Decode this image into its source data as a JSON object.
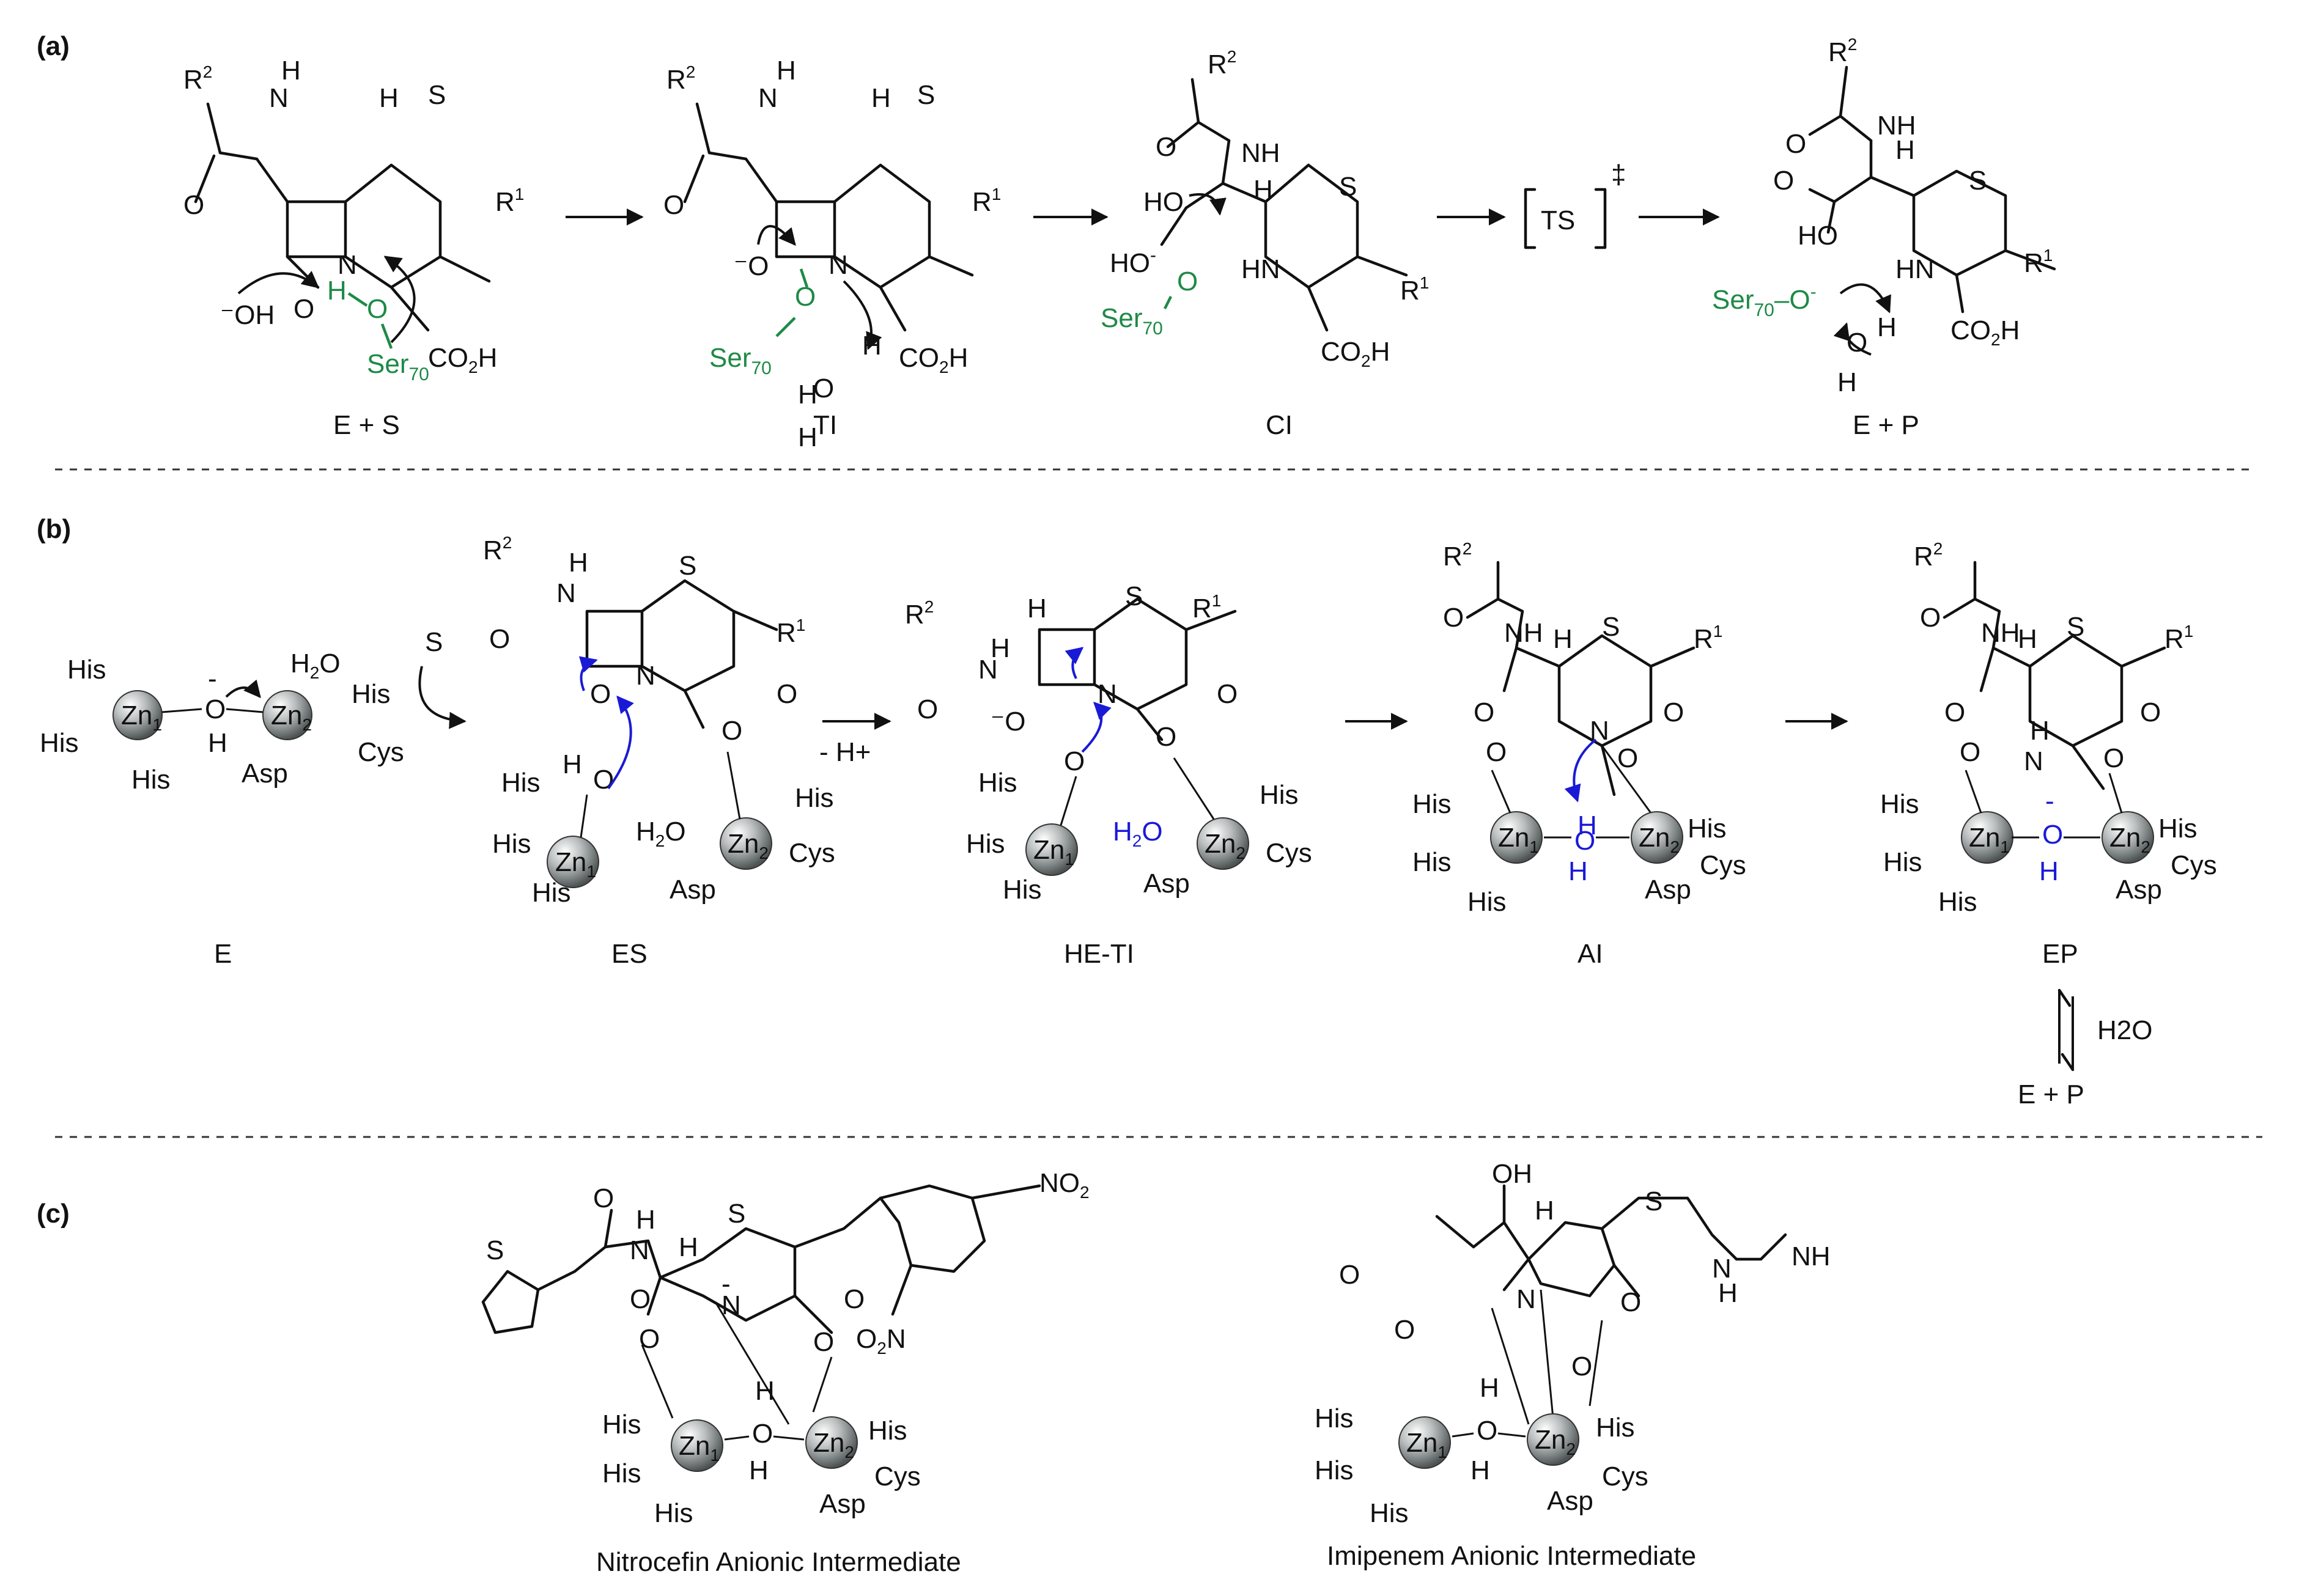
{
  "panels": {
    "a": {
      "label": "(a)",
      "species": [
        {
          "caption": "E + S"
        },
        {
          "caption": "TI"
        },
        {
          "caption": "CI"
        },
        {
          "caption": "[TS]‡"
        },
        {
          "caption": "E + P"
        }
      ],
      "serine": "Ser70",
      "hydroxide": "-OH",
      "water_h": "H",
      "groups": {
        "r1": "R1",
        "r2": "R2",
        "acid": "CO2H",
        "oh_minus": "HO-",
        "ho": "HO"
      }
    },
    "b": {
      "label": "(b)",
      "species": [
        {
          "caption": "E"
        },
        {
          "caption": "ES"
        },
        {
          "caption": "HE-TI"
        },
        {
          "caption": "AI"
        },
        {
          "caption": "EP"
        }
      ],
      "substrate": "S",
      "proton_loss": "- H+",
      "water": "H2O",
      "final": "E + P",
      "ligands": {
        "his": "His",
        "asp": "Asp",
        "cys": "Cys",
        "zn1": "Zn1",
        "zn2": "Zn2"
      }
    },
    "c": {
      "label": "(c)",
      "structures": [
        {
          "caption": "Nitrocefin Anionic Intermediate"
        },
        {
          "caption": "Imipenem Anionic Intermediate"
        }
      ],
      "groups": {
        "no2": "NO2",
        "o2n": "O2N",
        "oh": "OH",
        "nh": "NH"
      }
    }
  },
  "colors": {
    "serine": "#1e8a46",
    "electron_push": "#1a1ad6",
    "bond": "#111111",
    "zinc": "#9aa0a0"
  }
}
